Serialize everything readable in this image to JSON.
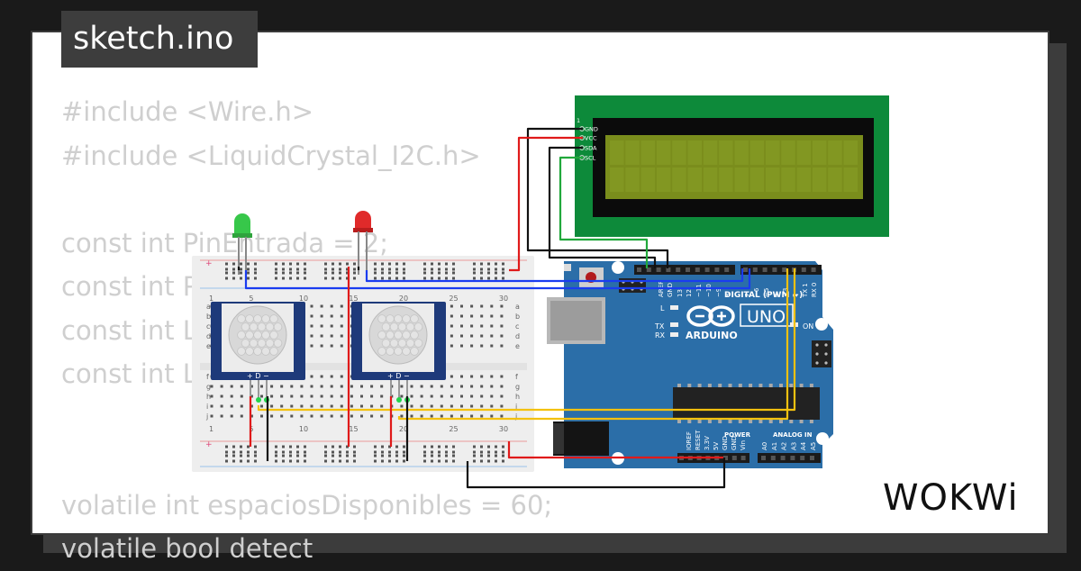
{
  "file_tab": {
    "label": "sketch.ino"
  },
  "code_lines": [
    "#include <Wire.h>",
    "#include <LiquidCrystal_I2C.h>",
    "",
    "const int PinEntrada = 2;",
    "const int P",
    "const int L",
    "const int L",
    "",
    "",
    "volatile int espaciosDisponibles = 60;",
    "volatile bool detect"
  ],
  "lcd": {
    "pins": [
      "GND",
      "VCC",
      "SDA",
      "SCL"
    ],
    "pin_one": "1",
    "backlight": "#7a8d1c"
  },
  "breadboard": {
    "top_numbers": [
      "1",
      "5",
      "10",
      "15",
      "20",
      "25",
      "30"
    ],
    "bottom_numbers": [
      "1",
      "5",
      "10",
      "15",
      "20",
      "25",
      "30"
    ],
    "row_letters_top": [
      "a",
      "b",
      "c",
      "d",
      "e"
    ],
    "row_letters_bottom": [
      "f",
      "g",
      "h",
      "i",
      "j"
    ]
  },
  "pir_sensors": [
    {
      "pin_label": "+ D −"
    },
    {
      "pin_label": "+ D −"
    }
  ],
  "leds": [
    {
      "color": "#37c74a"
    },
    {
      "color": "#e02a2a"
    }
  ],
  "arduino": {
    "model": "UNO",
    "brand": "ARDUINO",
    "digital_label": "DIGITAL (PWM ~)",
    "aref": "AREF",
    "gnd": "GND",
    "digital_pins": [
      "13",
      "12",
      "~11",
      "~10",
      "~9",
      "8",
      "7",
      "~6",
      "~5",
      "4",
      "~3",
      "2",
      "TX 1",
      "RX 0"
    ],
    "led_labels": [
      "L",
      "TX",
      "RX",
      "ON"
    ],
    "power_label": "POWER",
    "analog_label": "ANALOG IN",
    "power_pins": [
      "IOREF",
      "RESET",
      "3.3V",
      "5V",
      "GND",
      "GND",
      "Vin"
    ],
    "analog_pins": [
      "A0",
      "A1",
      "A2",
      "A3",
      "A4",
      "A5"
    ],
    "board_color": "#2b6ea8"
  },
  "wire_colors": {
    "red": "#e01a1a",
    "black": "#111111",
    "blue": "#1a3cf0",
    "yellow": "#f3c10f",
    "green": "#21a83b"
  },
  "watermark": {
    "text": "WOKWi"
  }
}
